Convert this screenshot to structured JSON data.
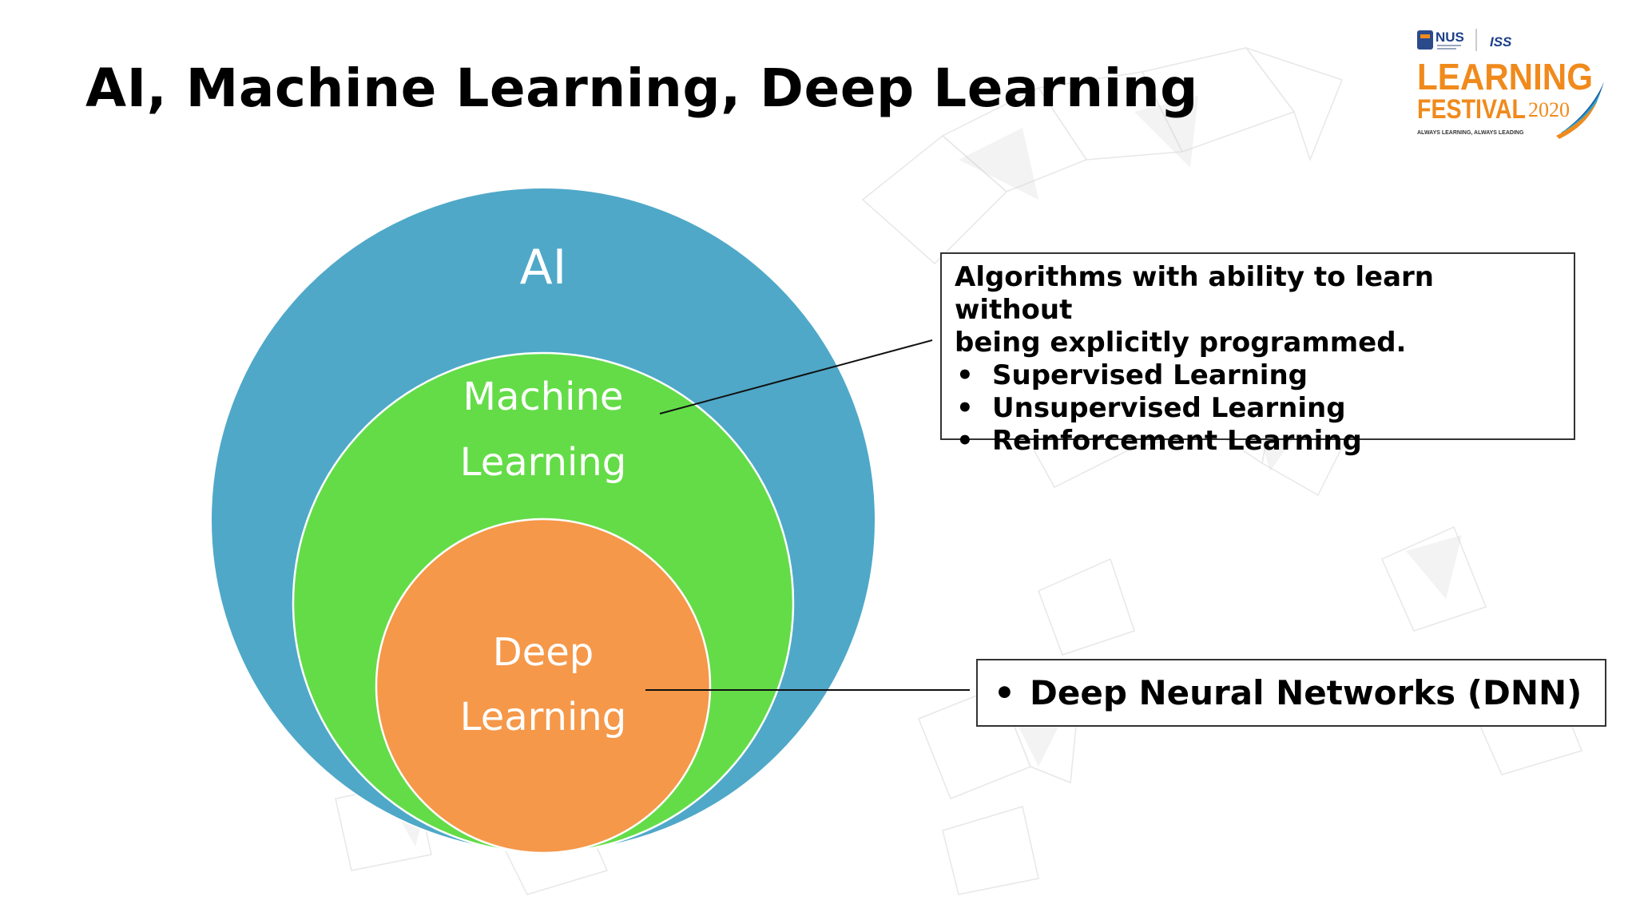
{
  "slide": {
    "title": "AI, Machine Learning, Deep Learning"
  },
  "diagram": {
    "circles": [
      {
        "label_lines": [
          "AI"
        ],
        "color": "#4FA8C8"
      },
      {
        "label_lines": [
          "Machine",
          "Learning"
        ],
        "color": "#64DC48"
      },
      {
        "label_lines": [
          "Deep",
          "Learning"
        ],
        "color": "#F5984A"
      }
    ]
  },
  "callouts": {
    "machine_learning": {
      "description_line1": "Algorithms with ability to learn without",
      "description_line2": "being explicitly programmed.",
      "items": [
        "Supervised Learning",
        "Unsupervised Learning",
        "Reinforcement Learning"
      ]
    },
    "deep_learning": {
      "items": [
        "Deep Neural Networks (DNN)"
      ]
    }
  },
  "logo": {
    "org_primary": "NUS",
    "org_secondary": "ISS",
    "event_line1": "LEARNING",
    "event_line2": "FESTIVAL",
    "year": "2020",
    "tagline": "ALWAYS LEARNING, ALWAYS LEADING",
    "brand_orange": "#F08A1C",
    "brand_blue": "#1D5FA8"
  }
}
